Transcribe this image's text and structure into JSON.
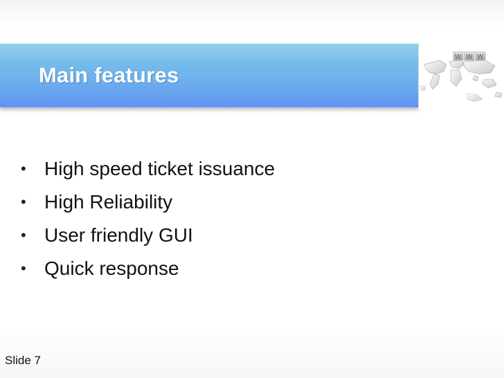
{
  "slide": {
    "title": "Main features",
    "bullets": [
      "High speed ticket issuance",
      "High Reliability",
      "User friendly GUI",
      "Quick response"
    ],
    "bullet_symbol": "•",
    "slide_number": "Slide 7",
    "colors": {
      "title_band_top": "#7cc6e6",
      "title_band_bottom": "#5f93f2",
      "title_text": "#ffffff",
      "body_text": "#111111"
    },
    "decoration_icon": "world-globe-www-icon"
  }
}
